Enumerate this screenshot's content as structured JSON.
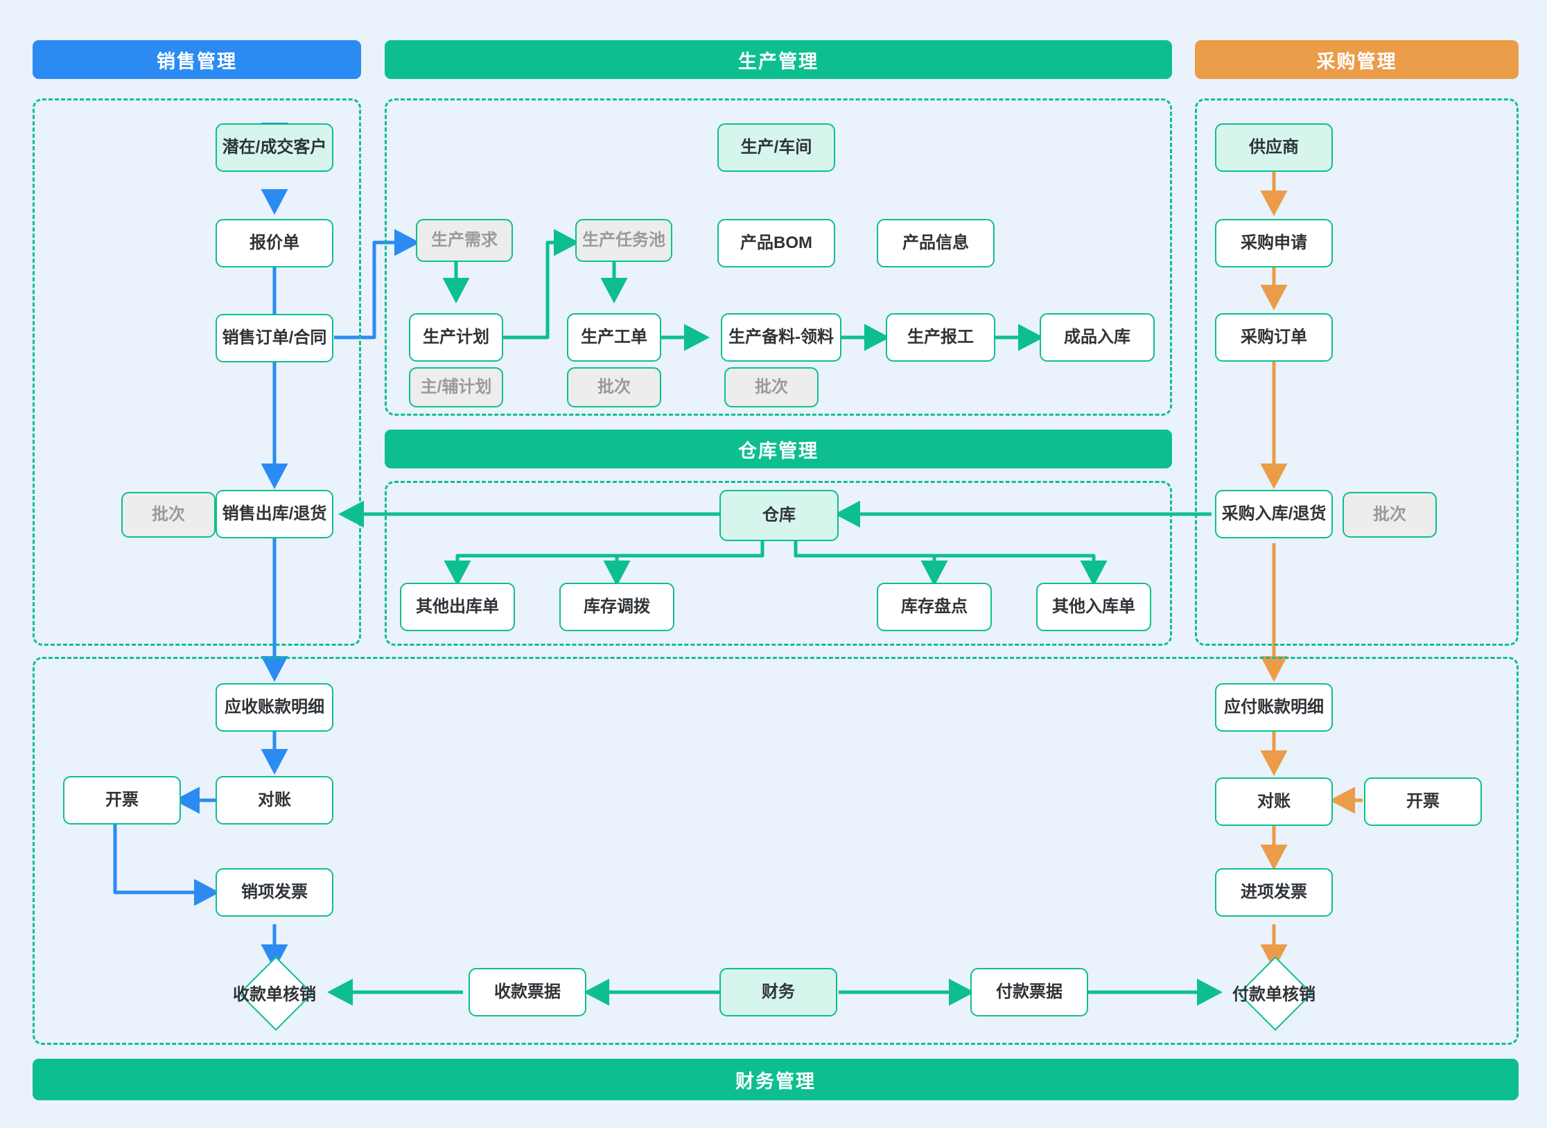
{
  "banners": {
    "sales": "销售管理",
    "production": "生产管理",
    "purchase": "采购管理",
    "warehouse": "仓库管理",
    "finance": "财务管理"
  },
  "nodes": {
    "sales": {
      "customer": "潜在/成交客户",
      "quotation": "报价单",
      "sales_order": "销售订单/合同",
      "sales_batch": "批次",
      "sales_out": "销售出库/退货",
      "ar_detail": "应收账款明细",
      "invoicing": "开票",
      "reconcile": "对账",
      "output_invoice": "销项发票",
      "receipt_writeoff": "收款单核销"
    },
    "production": {
      "workshop": "生产/车间",
      "prod_demand": "生产需求",
      "task_pool": "生产任务池",
      "product_bom": "产品BOM",
      "product_info": "产品信息",
      "prod_plan": "生产计划",
      "plan_tag": "主/辅计划",
      "work_order": "生产工单",
      "work_order_tag": "批次",
      "material_pick": "生产备料-领料",
      "material_tag": "批次",
      "report_work": "生产报工",
      "finished_in": "成品入库"
    },
    "warehouse": {
      "warehouse": "仓库",
      "other_out": "其他出库单",
      "stock_transfer": "库存调拨",
      "stock_count": "库存盘点",
      "other_in": "其他入库单"
    },
    "purchase": {
      "supplier": "供应商",
      "purchase_request": "采购申请",
      "purchase_order": "采购订单",
      "purchase_in": "采购入库/退货",
      "purchase_batch": "批次",
      "ap_detail": "应付账款明细",
      "reconcile": "对账",
      "invoicing": "开票",
      "input_invoice": "进项发票",
      "payment_writeoff": "付款单核销"
    },
    "finance": {
      "finance": "财务",
      "receipt_doc": "收款票据",
      "payment_doc": "付款票据"
    }
  },
  "colors": {
    "background": "#eaf2fb",
    "sales_accent": "#2b8bf2",
    "production_accent": "#0dbf8f",
    "purchase_accent": "#eb9c48",
    "node_border": "#0dbf8f",
    "node_tint": "#d6f5ec",
    "node_muted": "#ededeb",
    "muted_text": "#9a9a9a"
  }
}
